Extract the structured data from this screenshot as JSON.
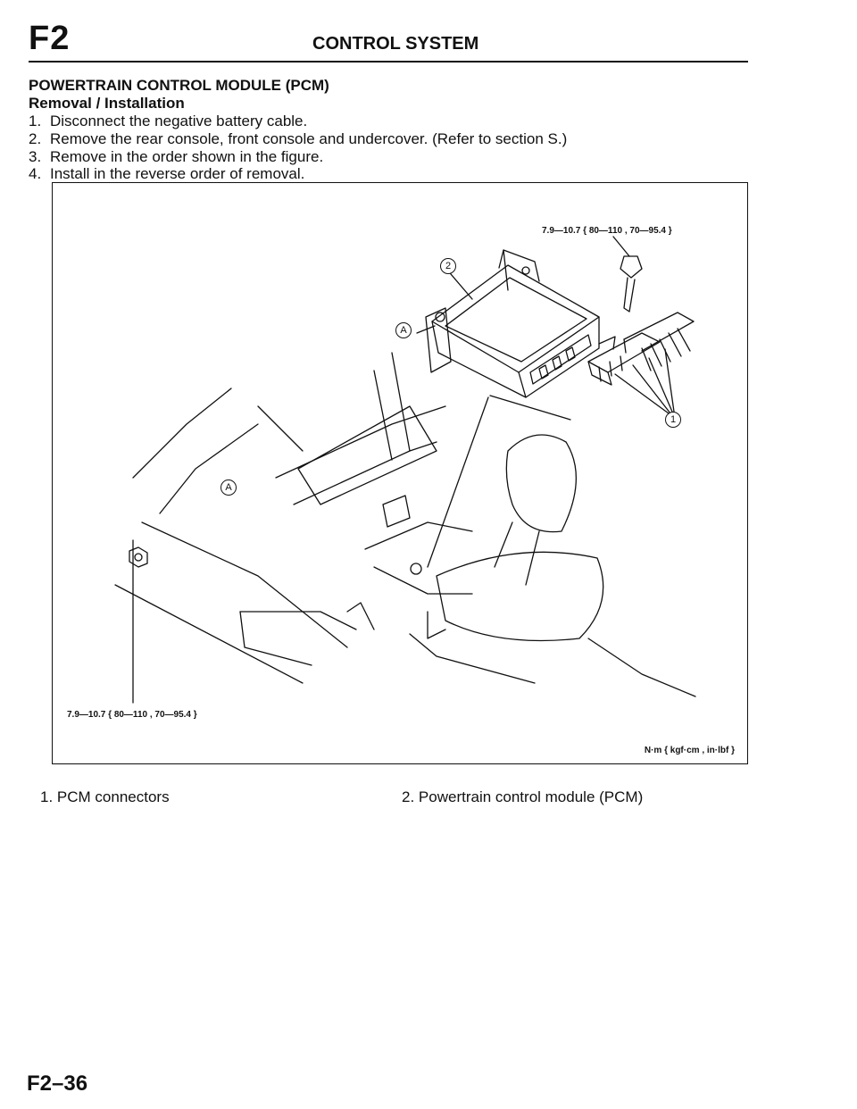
{
  "header": {
    "section_code": "F2",
    "running_title": "CONTROL SYSTEM"
  },
  "heading": "POWERTRAIN CONTROL MODULE (PCM)",
  "subheading": "Removal / Installation",
  "steps": [
    {
      "num": "1.",
      "text": "Disconnect the negative battery cable."
    },
    {
      "num": "2.",
      "text": "Remove the rear console, front console and undercover. (Refer to section S.)"
    },
    {
      "num": "3.",
      "text": "Remove in the order shown in the figure."
    },
    {
      "num": "4.",
      "text": "Install in the reverse order of removal."
    }
  ],
  "figure": {
    "torque_top": "7.9—10.7 { 80—110 , 70—95.4 }",
    "torque_bottom": "7.9—10.7 { 80—110 , 70—95.4 }",
    "unit_note": "N·m { kgf·cm , in·lbf }",
    "callouts": {
      "pcm": "2",
      "connectors": "1",
      "bracket_a_top": "A",
      "bracket_a_left": "A"
    }
  },
  "legend": [
    {
      "num": "1.",
      "text": "PCM connectors"
    },
    {
      "num": "2.",
      "text": "Powertrain control module (PCM)"
    }
  ],
  "footer": {
    "page_number": "F2–36"
  }
}
